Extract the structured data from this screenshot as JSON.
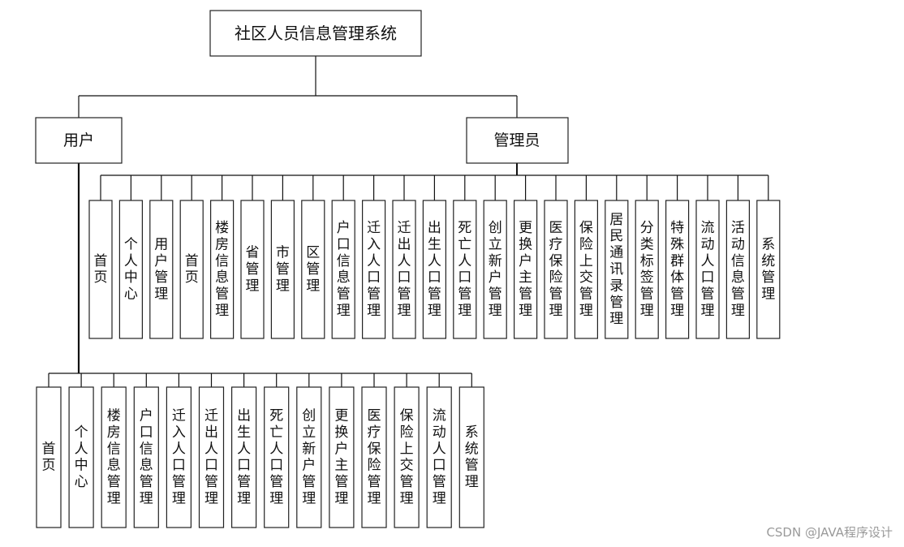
{
  "root": {
    "label": "社区人员信息管理系统"
  },
  "branches": {
    "user": {
      "label": "用户",
      "children": [
        "首页",
        "个人中心",
        "楼房信息管理",
        "户口信息管理",
        "迁入人口管理",
        "迁出人口管理",
        "出生人口管理",
        "死亡人口管理",
        "创立新户管理",
        "更换户主管理",
        "医疗保险管理",
        "保险上交管理",
        "流动人口管理",
        "系统管理"
      ]
    },
    "admin": {
      "label": "管理员",
      "children": [
        "首页",
        "个人中心",
        "用户管理",
        "首页",
        "楼房信息管理",
        "省管理",
        "市管理",
        "区管理",
        "户口信息管理",
        "迁入人口管理",
        "迁出人口管理",
        "出生人口管理",
        "死亡人口管理",
        "创立新户管理",
        "更换户主管理",
        "医疗保险管理",
        "保险上交管理",
        "居民通讯录管理",
        "分类标签管理",
        "特殊群体管理",
        "流动人口管理",
        "活动信息管理",
        "系统管理"
      ]
    }
  },
  "watermark": "CSDN @JAVA程序设计"
}
